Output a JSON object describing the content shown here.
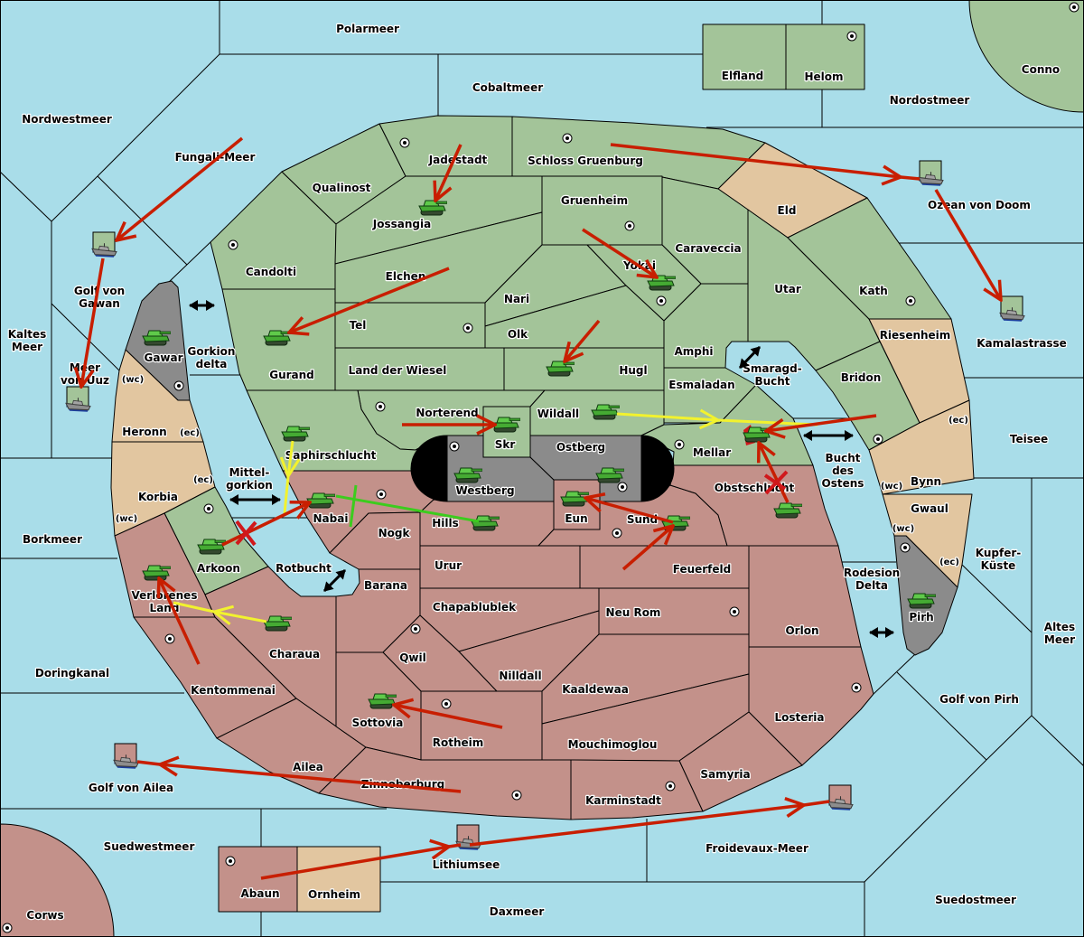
{
  "colors": {
    "sea": "#a9dde9",
    "frame": "#000000",
    "owners": {
      "green": "#a3c499",
      "red": "#c3918a",
      "neutral": "#e2c6a0",
      "grey": "#8b8b8b"
    },
    "orders": {
      "move": "#c81e00",
      "support": "#f2f22e",
      "support_hold": "#3ccc1e",
      "failed_mark": "#d0181c",
      "crossing": "#000000"
    }
  },
  "seas": {
    "polarmeer": [
      "Polarmeer"
    ],
    "cobaltmeer": [
      "Cobaltmeer"
    ],
    "nordwestmeer": [
      "Nordwestmeer"
    ],
    "nordostmeer": [
      "Nordostmeer"
    ],
    "fungali_meer": [
      "Fungali-Meer"
    ],
    "golf_von_gawan": [
      "Golf von",
      "Gawan"
    ],
    "kaltes_meer": [
      "Kaltes",
      "Meer"
    ],
    "meer_von_uuz": [
      "Meer",
      "von Uuz"
    ],
    "gorkion_delta": [
      "Gorkion",
      "delta"
    ],
    "mittelgorkion": [
      "Mittel-",
      "gorkion"
    ],
    "borkmeer": [
      "Borkmeer"
    ],
    "doringkanal": [
      "Doringkanal"
    ],
    "golf_von_ailea": [
      "Golf von Ailea"
    ],
    "suedwestmeer": [
      "Suedwestmeer"
    ],
    "rotbucht": [
      "Rotbucht"
    ],
    "lithiumsee": [
      "Lithiumsee"
    ],
    "daxmeer": [
      "Daxmeer"
    ],
    "froidevaux_meer": [
      "Froidevaux-Meer"
    ],
    "suedostmeer": [
      "Suedostmeer"
    ],
    "golf_von_pirh": [
      "Golf von Pirh"
    ],
    "altes_meer": [
      "Altes",
      "Meer"
    ],
    "rodesion_delta": [
      "Rodesion",
      "Delta"
    ],
    "kupfer_kueste": [
      "Kupfer-",
      "Küste"
    ],
    "teisee": [
      "Teisee"
    ],
    "bucht_des_ostens": [
      "Bucht",
      "des",
      "Ostens"
    ],
    "smaragd_bucht": [
      "Smaragd-",
      "Bucht"
    ],
    "kamalastrasse": [
      "Kamalastrasse"
    ],
    "ozean_von_doom": [
      "Ozean von Doom"
    ]
  },
  "provinces": {
    "candolti": {
      "label": [
        "Candolti"
      ],
      "owner": "green",
      "sc": true
    },
    "qualinost": {
      "label": [
        "Qualinost"
      ],
      "owner": "green",
      "sc": false
    },
    "jadestadt": {
      "label": [
        "Jadestadt"
      ],
      "owner": "green",
      "sc": true
    },
    "schloss_gruenburg": {
      "label": [
        "Schloss Gruenburg"
      ],
      "owner": "green",
      "sc": true
    },
    "gruenheim": {
      "label": [
        "Gruenheim"
      ],
      "owner": "green",
      "sc": true
    },
    "eld": {
      "label": [
        "Eld"
      ],
      "owner": "neutral",
      "sc": false
    },
    "jossangia": {
      "label": [
        "Jossangia"
      ],
      "owner": "green",
      "sc": false
    },
    "caraveccia": {
      "label": [
        "Caraveccia"
      ],
      "owner": "green",
      "sc": false
    },
    "elchen": {
      "label": [
        "Elchen"
      ],
      "owner": "green",
      "sc": false
    },
    "nari": {
      "label": [
        "Nari"
      ],
      "owner": "green",
      "sc": false
    },
    "yokai": {
      "label": [
        "Yokai"
      ],
      "owner": "green",
      "sc": true
    },
    "utar": {
      "label": [
        "Utar"
      ],
      "owner": "green",
      "sc": false
    },
    "kath": {
      "label": [
        "Kath"
      ],
      "owner": "green",
      "sc": true
    },
    "tel": {
      "label": [
        "Tel"
      ],
      "owner": "green",
      "sc": true
    },
    "olk": {
      "label": [
        "Olk"
      ],
      "owner": "green",
      "sc": false
    },
    "amphi": {
      "label": [
        "Amphi"
      ],
      "owner": "green",
      "sc": false
    },
    "riesenheim": {
      "label": [
        "Riesenheim"
      ],
      "owner": "neutral",
      "sc": false
    },
    "gurand": {
      "label": [
        "Gurand"
      ],
      "owner": "green",
      "sc": false
    },
    "land_der_wiesel": {
      "label": [
        "Land der Wiesel"
      ],
      "owner": "green",
      "sc": false
    },
    "hugl": {
      "label": [
        "Hugl"
      ],
      "owner": "green",
      "sc": false
    },
    "esmaladan": {
      "label": [
        "Esmaladan"
      ],
      "owner": "green",
      "sc": false
    },
    "bridon": {
      "label": [
        "Bridon"
      ],
      "owner": "green",
      "sc": true
    },
    "norterend": {
      "label": [
        "Norterend"
      ],
      "owner": "green",
      "sc": true
    },
    "wildall": {
      "label": [
        "Wildall"
      ],
      "owner": "green",
      "sc": false
    },
    "skr": {
      "label": [
        "Skr"
      ],
      "owner": "green",
      "sc": false
    },
    "mellar": {
      "label": [
        "Mellar"
      ],
      "owner": "green",
      "sc": true
    },
    "saphirschlucht": {
      "label": [
        "Saphirschlucht"
      ],
      "owner": "green",
      "sc": false
    },
    "westberg": {
      "label": [
        "Westberg"
      ],
      "owner": "grey",
      "sc": true
    },
    "ostberg": {
      "label": [
        "Ostberg"
      ],
      "owner": "grey",
      "sc": true
    },
    "gawar": {
      "label": [
        "Gawar"
      ],
      "owner": "grey",
      "sc": true
    },
    "pirh": {
      "label": [
        "Pirh"
      ],
      "owner": "grey",
      "sc": true
    },
    "heronn": {
      "label": [
        "Heronn"
      ],
      "owner": "neutral",
      "sc": false
    },
    "korbia": {
      "label": [
        "Korbia"
      ],
      "owner": "neutral",
      "sc": false
    },
    "bynn": {
      "label": [
        "Bynn"
      ],
      "owner": "neutral",
      "sc": false
    },
    "gwaul": {
      "label": [
        "Gwaul"
      ],
      "owner": "neutral",
      "sc": false
    },
    "arkoon": {
      "label": [
        "Arkoon"
      ],
      "owner": "green",
      "sc": true
    },
    "obstschlucht": {
      "label": [
        "Obstschlucht"
      ],
      "owner": "red",
      "sc": false
    },
    "nabai": {
      "label": [
        "Nabai"
      ],
      "owner": "red",
      "sc": true
    },
    "eun": {
      "label": [
        "Eun"
      ],
      "owner": "red",
      "sc": false
    },
    "sund": {
      "label": [
        "Sund"
      ],
      "owner": "red",
      "sc": true
    },
    "hills": {
      "label": [
        "Hills"
      ],
      "owner": "red",
      "sc": false
    },
    "nogk": {
      "label": [
        "Nogk"
      ],
      "owner": "red",
      "sc": false
    },
    "urur": {
      "label": [
        "Urur"
      ],
      "owner": "red",
      "sc": false
    },
    "feuerfeld": {
      "label": [
        "Feuerfeld"
      ],
      "owner": "red",
      "sc": false
    },
    "barana": {
      "label": [
        "Barana"
      ],
      "owner": "red",
      "sc": false
    },
    "verlorenes_land": {
      "label": [
        "Verlorenes",
        "Land"
      ],
      "owner": "red",
      "sc": false
    },
    "chapablublek": {
      "label": [
        "Chapablublek"
      ],
      "owner": "red",
      "sc": false
    },
    "neu_rom": {
      "label": [
        "Neu Rom"
      ],
      "owner": "red",
      "sc": true
    },
    "orlon": {
      "label": [
        "Orlon"
      ],
      "owner": "red",
      "sc": false
    },
    "charaua": {
      "label": [
        "Charaua"
      ],
      "owner": "red",
      "sc": false
    },
    "qwil": {
      "label": [
        "Qwil"
      ],
      "owner": "red",
      "sc": true
    },
    "nilldall": {
      "label": [
        "Nilldall"
      ],
      "owner": "red",
      "sc": false
    },
    "kaaldewaa": {
      "label": [
        "Kaaldewaa"
      ],
      "owner": "red",
      "sc": false
    },
    "kentommenai": {
      "label": [
        "Kentommenai"
      ],
      "owner": "red",
      "sc": true
    },
    "losteria": {
      "label": [
        "Losteria"
      ],
      "owner": "red",
      "sc": true
    },
    "sottovia": {
      "label": [
        "Sottovia"
      ],
      "owner": "red",
      "sc": false
    },
    "rotheim": {
      "label": [
        "Rotheim"
      ],
      "owner": "red",
      "sc": true
    },
    "mouchimoglou": {
      "label": [
        "Mouchimoglou"
      ],
      "owner": "red",
      "sc": false
    },
    "ailea": {
      "label": [
        "Ailea"
      ],
      "owner": "red",
      "sc": false
    },
    "samyria": {
      "label": [
        "Samyria"
      ],
      "owner": "red",
      "sc": false
    },
    "zinnoberburg": {
      "label": [
        "Zinnoberburg"
      ],
      "owner": "red",
      "sc": true
    },
    "karminstadt": {
      "label": [
        "Karminstadt"
      ],
      "owner": "red",
      "sc": true
    },
    "abaun": {
      "label": [
        "Abaun"
      ],
      "owner": "red",
      "sc": true
    },
    "ornheim": {
      "label": [
        "Ornheim"
      ],
      "owner": "neutral",
      "sc": false
    },
    "corws": {
      "label": [
        "Corws"
      ],
      "owner": "red",
      "sc": true
    },
    "elfland": {
      "label": [
        "Elfland"
      ],
      "owner": "green",
      "sc": false
    },
    "helom": {
      "label": [
        "Helom"
      ],
      "owner": "green",
      "sc": true
    },
    "conno": {
      "label": [
        "Conno"
      ],
      "owner": "green",
      "sc": true
    }
  },
  "coasts": {
    "heronn_wc": "(wc)",
    "heronn_ec": "(ec)",
    "korbia_ec": "(ec)",
    "korbia_wc": "(wc)",
    "bynn_ec": "(ec)",
    "bynn_wc": "(wc)",
    "gwaul_wc": "(wc)",
    "gwaul_ec": "(ec)"
  },
  "units": [
    {
      "type": "army",
      "power": "green",
      "province": "Jossangia"
    },
    {
      "type": "army",
      "power": "green",
      "province": "Gurand"
    },
    {
      "type": "army",
      "power": "green",
      "province": "Yokai"
    },
    {
      "type": "army",
      "power": "green",
      "province": "Hugl"
    },
    {
      "type": "army",
      "power": "green",
      "province": "Gawar"
    },
    {
      "type": "army",
      "power": "green",
      "province": "Wildall"
    },
    {
      "type": "army",
      "power": "green",
      "province": "Skr"
    },
    {
      "type": "army",
      "power": "green",
      "province": "Mellar"
    },
    {
      "type": "army",
      "power": "green",
      "province": "Saphirschlucht"
    },
    {
      "type": "army",
      "power": "green",
      "province": "Westberg"
    },
    {
      "type": "army",
      "power": "green",
      "province": "Ostberg"
    },
    {
      "type": "army",
      "power": "green",
      "province": "Nabai"
    },
    {
      "type": "army",
      "power": "green",
      "province": "Eun"
    },
    {
      "type": "army",
      "power": "green",
      "province": "Sund"
    },
    {
      "type": "army",
      "power": "green",
      "province": "Hills"
    },
    {
      "type": "army",
      "power": "green",
      "province": "Obstschlucht"
    },
    {
      "type": "army",
      "power": "green",
      "province": "Arkoon"
    },
    {
      "type": "army",
      "power": "green",
      "province": "Verlorenes Land"
    },
    {
      "type": "army",
      "power": "green",
      "province": "Charaua"
    },
    {
      "type": "army",
      "power": "green",
      "province": "Sottovia"
    },
    {
      "type": "army",
      "power": "green",
      "province": "Pirh"
    },
    {
      "type": "fleet",
      "power": "green",
      "province": "Golf von Gawan"
    },
    {
      "type": "fleet",
      "power": "green",
      "province": "Meer von Uuz"
    },
    {
      "type": "fleet",
      "power": "green",
      "province": "Ozean von Doom"
    },
    {
      "type": "fleet",
      "power": "green",
      "province": "Kamalastrasse"
    },
    {
      "type": "fleet",
      "power": "red",
      "province": "Golf von Ailea"
    },
    {
      "type": "fleet",
      "power": "red",
      "province": "Lithiumsee"
    },
    {
      "type": "fleet",
      "power": "red",
      "province": "Froidevaux-Meer"
    }
  ],
  "orders": [
    {
      "type": "move",
      "from": "Fungali-Meer",
      "to": "Golf von Gawan",
      "failed": false
    },
    {
      "type": "move",
      "from": "Golf von Gawan",
      "to": "Meer von Uuz",
      "failed": false
    },
    {
      "type": "move",
      "from": "Jadestadt",
      "to": "Jossangia",
      "failed": false
    },
    {
      "type": "move",
      "from": "Elchen",
      "to": "Gurand",
      "failed": false
    },
    {
      "type": "move",
      "from": "Gruenheim",
      "to": "Yokai",
      "failed": false
    },
    {
      "type": "move",
      "from": "Schloss Gruenburg",
      "to": "Ozean von Doom",
      "failed": false
    },
    {
      "type": "move",
      "from": "Ozean von Doom",
      "to": "Kamalastrasse",
      "failed": false
    },
    {
      "type": "move",
      "from": "Olk",
      "to": "Hugl",
      "failed": false
    },
    {
      "type": "move",
      "from": "Norterend",
      "to": "Skr",
      "failed": false
    },
    {
      "type": "move",
      "from": "Bridon",
      "to": "Mellar",
      "failed": false
    },
    {
      "type": "move",
      "from": "Obstschlucht",
      "to": "Mellar",
      "failed": true
    },
    {
      "type": "move",
      "from": "Sund",
      "to": "Eun",
      "failed": false
    },
    {
      "type": "move",
      "from": "Feuerfeld",
      "to": "Sund",
      "failed": false
    },
    {
      "type": "move",
      "from": "Arkoon",
      "to": "Nabai",
      "failed": true
    },
    {
      "type": "move",
      "from": "Kentommenai",
      "to": "Verlorenes Land",
      "failed": false
    },
    {
      "type": "move",
      "from": "Rotheim",
      "to": "Sottovia",
      "failed": false
    },
    {
      "type": "move",
      "from": "Zinnoberburg",
      "to": "Golf von Ailea",
      "failed": false
    },
    {
      "type": "move",
      "from": "Abaun",
      "to": "Lithiumsee",
      "failed": false
    },
    {
      "type": "move",
      "from": "Lithiumsee",
      "to": "Froidevaux-Meer",
      "failed": false
    },
    {
      "type": "support",
      "from": "Wildall",
      "supports": "Bridon - Mellar"
    },
    {
      "type": "support",
      "from": "Saphirschlucht",
      "supports": "Arkoon - Nabai"
    },
    {
      "type": "support",
      "from": "Charaua",
      "supports": "Kentommenai - Verlorenes Land"
    },
    {
      "type": "support_hold",
      "from": "Hills",
      "supports": "Nabai"
    }
  ],
  "crossings": [
    "Gorkion delta",
    "Mittelgorkion",
    "Rotbucht",
    "Smaragd-Bucht",
    "Bucht des Ostens",
    "Rodesion Delta"
  ]
}
